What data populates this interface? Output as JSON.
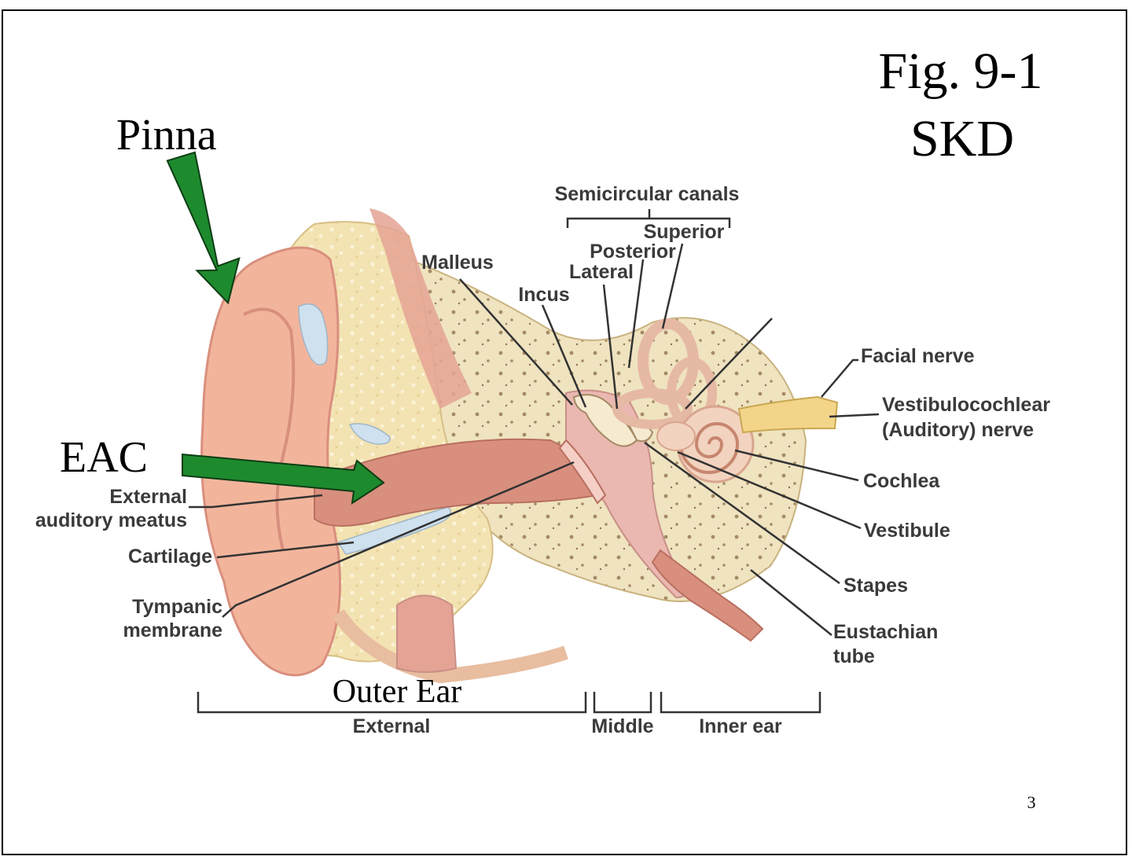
{
  "slide": {
    "figure_line1": "Fig. 9-1",
    "figure_line2": "SKD",
    "page_number": "3"
  },
  "annotations": {
    "pinna": "Pinna",
    "eac": "EAC",
    "outer_ear": "Outer Ear"
  },
  "labels": {
    "semicircular_canals": "Semicircular canals",
    "superior": "Superior",
    "posterior": "Posterior",
    "lateral": "Lateral",
    "malleus": "Malleus",
    "incus": "Incus",
    "facial_nerve": "Facial nerve",
    "vestibulocochlear_1": "Vestibulocochlear",
    "vestibulocochlear_2": "(Auditory) nerve",
    "cochlea": "Cochlea",
    "vestibule": "Vestibule",
    "stapes": "Stapes",
    "eustachian_1": "Eustachian",
    "eustachian_2": "tube",
    "external_auditory_meatus_1": "External",
    "external_auditory_meatus_2": "auditory meatus",
    "cartilage": "Cartilage",
    "tympanic_1": "Tympanic",
    "tympanic_2": "membrane"
  },
  "regions": {
    "external": "External",
    "middle": "Middle",
    "inner_ear": "Inner ear"
  },
  "colors": {
    "arrow": "#1e8a2e",
    "arrow_outline": "#0d3d14",
    "bone": "#f3e3b2",
    "skin": "#f2b59c",
    "canal": "#d98f7e",
    "cartilage": "#cfe0ee",
    "middle_ear": "#eab8b0"
  }
}
